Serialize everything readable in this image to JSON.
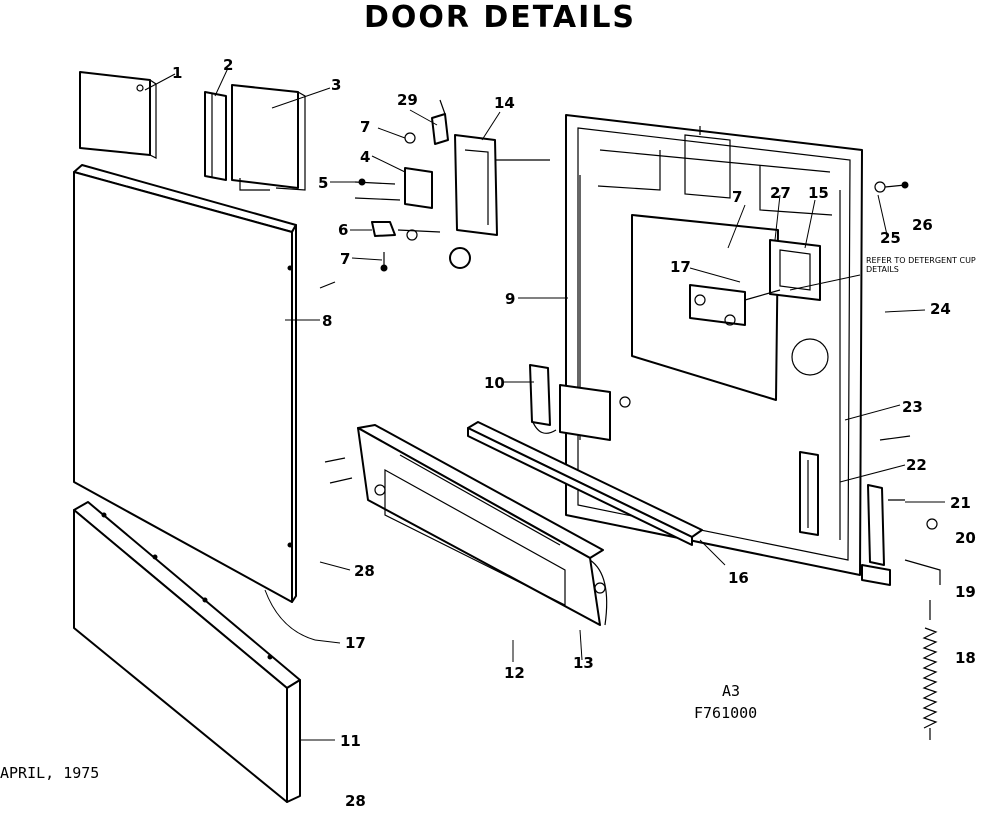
{
  "title": "DOOR DETAILS",
  "date_text": "APRIL, 1975",
  "drawing_code": "A3",
  "drawing_number": "F761000",
  "reference_note": "REFER TO DETERGENT CUP DETAILS",
  "callouts": {
    "c1": "1",
    "c2": "2",
    "c3": "3",
    "c4": "4",
    "c5": "5",
    "c6": "6",
    "c7a": "7",
    "c7b": "7",
    "c7c": "7",
    "c8": "8",
    "c9": "9",
    "c10": "10",
    "c11": "11",
    "c12": "12",
    "c13": "13",
    "c14": "14",
    "c15": "15",
    "c16": "16",
    "c17a": "17",
    "c17b": "17",
    "c18": "18",
    "c19": "19",
    "c20": "20",
    "c21": "21",
    "c22": "22",
    "c23": "23",
    "c24": "24",
    "c25": "25",
    "c26": "26",
    "c27": "27",
    "c28a": "28",
    "c28b": "28",
    "c29": "29"
  }
}
